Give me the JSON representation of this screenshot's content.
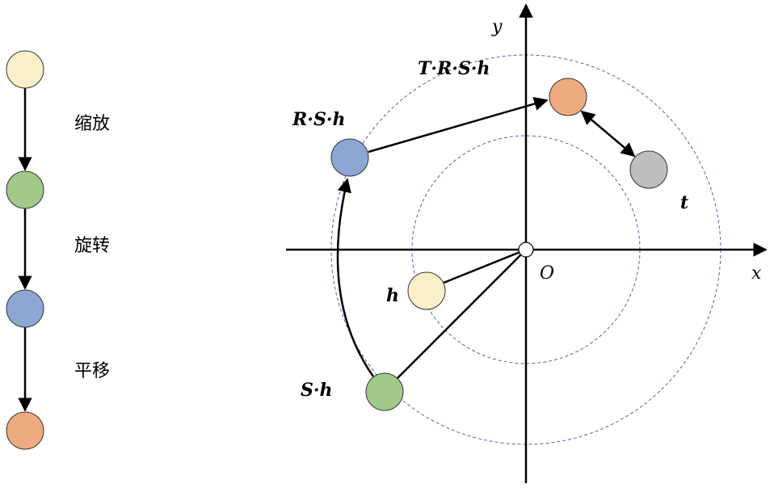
{
  "steps": [
    {
      "label": "缩放"
    },
    {
      "label": "旋转"
    },
    {
      "label": "平移"
    }
  ],
  "axes": {
    "x": "x",
    "y": "y",
    "origin": "O"
  },
  "points": {
    "h": "h",
    "sh": "S·h",
    "rsh": "R·S·h",
    "trsh": "T·R·S·h",
    "t": "t"
  },
  "colors": {
    "h": "#FBEFC9",
    "sh": "#A2C98A",
    "rsh": "#8DA6D4",
    "trsh": "#EEAB7F",
    "t": "#BEBEBE",
    "guide": "#5060A8"
  }
}
